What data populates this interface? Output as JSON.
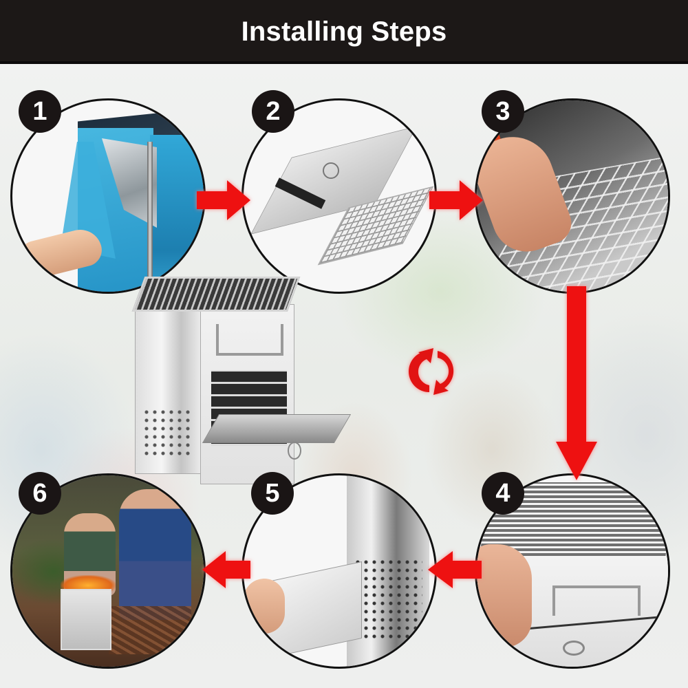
{
  "header": {
    "title": "Installing Steps"
  },
  "colors": {
    "header_bg": "#1c1817",
    "arrow": "#ee1111",
    "badge_bg": "#1a1515",
    "badge_text": "#ffffff"
  },
  "steps": [
    {
      "number": "1",
      "description": "Peel off the blue protective film"
    },
    {
      "number": "2",
      "description": "Folded stove with grill"
    },
    {
      "number": "3",
      "description": "Unfold the grill frame"
    },
    {
      "number": "4",
      "description": "Place the grill on top"
    },
    {
      "number": "5",
      "description": "Insert the side panel"
    },
    {
      "number": "6",
      "description": "Ready to use at the campfire"
    }
  ],
  "center": {
    "product": "folding stainless steel camping stove",
    "icon": "refresh-cycle-icon"
  },
  "arrows": [
    {
      "from": "1",
      "to": "2",
      "direction": "right"
    },
    {
      "from": "2",
      "to": "3",
      "direction": "right"
    },
    {
      "from": "3",
      "to": "4",
      "direction": "down"
    },
    {
      "from": "4",
      "to": "5",
      "direction": "left"
    },
    {
      "from": "5",
      "to": "6",
      "direction": "left"
    }
  ]
}
